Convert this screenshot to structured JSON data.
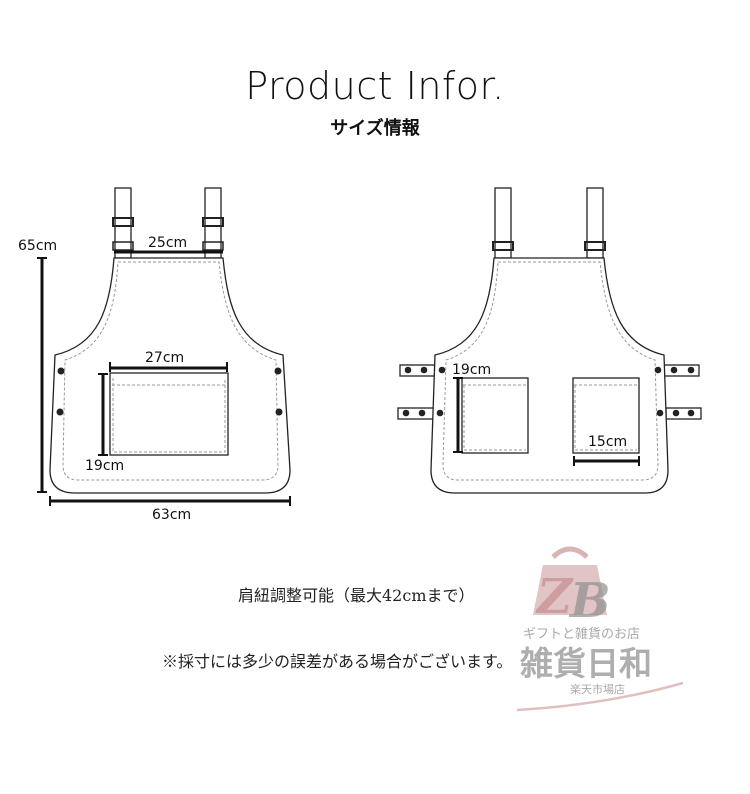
{
  "header": {
    "title": "Product Infor.",
    "subtitle": "サイズ情報"
  },
  "front_view": {
    "strap_width": "25cm",
    "total_height": "65cm",
    "pocket_width": "27cm",
    "pocket_height": "19cm",
    "total_width": "63cm"
  },
  "back_view": {
    "pocket_height": "19cm",
    "pocket_width": "15cm"
  },
  "notes": {
    "strap": "肩紐調整可能（最大42cmまで）",
    "disclaimer": "※採寸には多少の誤差がある場合がございます。"
  },
  "watermark": {
    "logo": "ZB",
    "tagline": "ギフトと雑貨のお店",
    "shop_name": "雑貨日和",
    "branch": "楽天市場店",
    "colors": {
      "pink": "#c99496",
      "gray": "#9a9a9a"
    }
  }
}
